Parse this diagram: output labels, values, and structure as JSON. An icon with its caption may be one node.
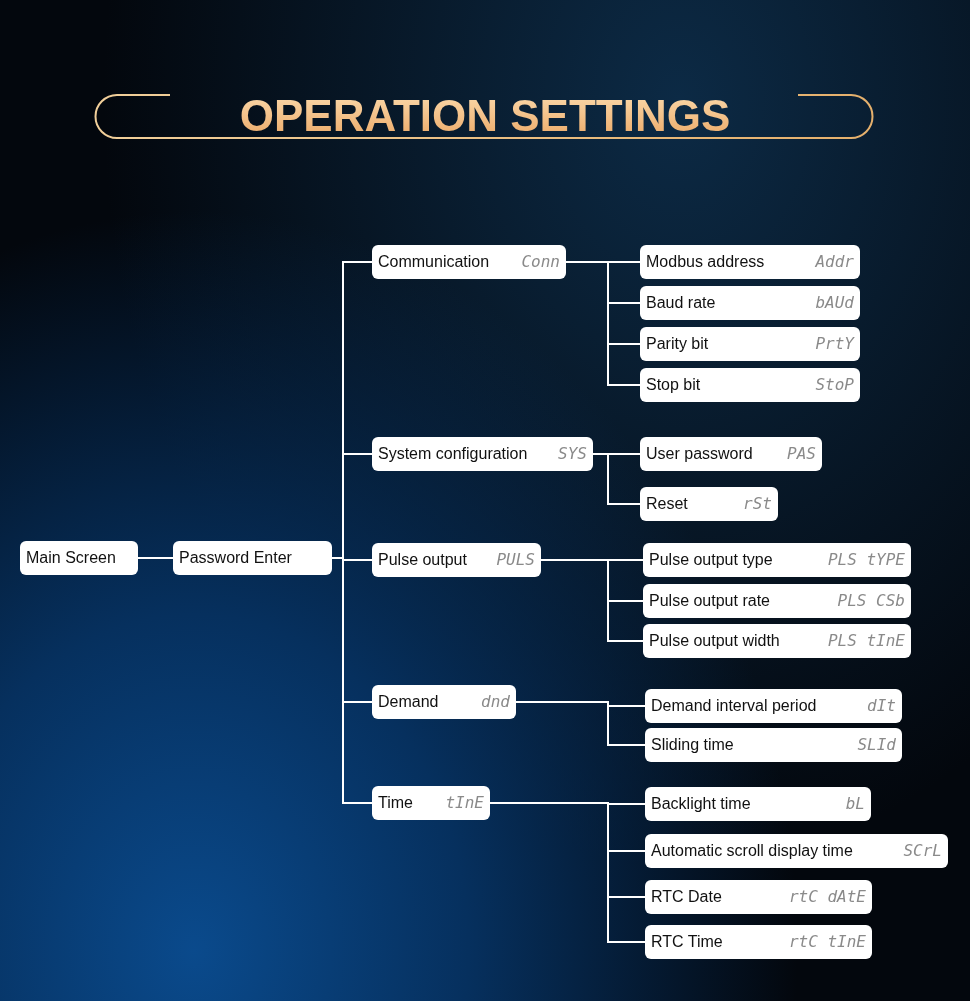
{
  "diagram": {
    "title": "OPERATION SETTINGS",
    "nodes": [
      {
        "text": [
          "Main Screen"
        ]
      },
      {
        "text": [
          "Password Enter"
        ]
      },
      {
        "text": [
          "Communication",
          "Conn"
        ]
      },
      {
        "text": [
          "Modbus address",
          "Addr"
        ]
      },
      {
        "text": [
          "Baud rate",
          "bAUd"
        ]
      },
      {
        "text": [
          "Parity bit",
          "PrtY"
        ]
      },
      {
        "text": [
          "Stop bit",
          "StoP"
        ]
      },
      {
        "text": [
          "System configuration",
          "SYS"
        ]
      },
      {
        "text": [
          "User password",
          "PAS"
        ]
      },
      {
        "text": [
          "Reset",
          "rSt"
        ]
      },
      {
        "text": [
          "Pulse output",
          "PULS"
        ]
      },
      {
        "text": [
          "Pulse output type",
          "PLS tYPE"
        ]
      },
      {
        "text": [
          "Pulse output rate",
          "PLS CSb"
        ]
      },
      {
        "text": [
          "Pulse output width",
          "PLS tInE"
        ]
      },
      {
        "text": [
          "Demand",
          "dnd"
        ]
      },
      {
        "text": [
          "Demand interval period",
          "dIt"
        ]
      },
      {
        "text": [
          "Sliding time",
          "SLId"
        ]
      },
      {
        "text": [
          "Time",
          "tInE"
        ]
      },
      {
        "text": [
          "Backlight time",
          "bL"
        ]
      },
      {
        "text": [
          "Automatic scroll display time",
          "SCrL"
        ]
      },
      {
        "text": [
          "RTC Date",
          "rtC dAtE"
        ]
      },
      {
        "text": [
          "RTC Time",
          "rtC tInE"
        ]
      }
    ],
    "edges": [
      {
        "from": 0,
        "to": 1,
        "arrow": "none"
      },
      {
        "from": 1,
        "to": 2,
        "arrow": "none"
      },
      {
        "from": 1,
        "to": 7,
        "arrow": "none"
      },
      {
        "from": 1,
        "to": 10,
        "arrow": "none"
      },
      {
        "from": 1,
        "to": 14,
        "arrow": "none"
      },
      {
        "from": 1,
        "to": 17,
        "arrow": "none"
      },
      {
        "from": 2,
        "to": 3,
        "arrow": "none"
      },
      {
        "from": 2,
        "to": 4,
        "arrow": "none"
      },
      {
        "from": 2,
        "to": 5,
        "arrow": "none"
      },
      {
        "from": 2,
        "to": 6,
        "arrow": "none"
      },
      {
        "from": 7,
        "to": 8,
        "arrow": "none"
      },
      {
        "from": 7,
        "to": 9,
        "arrow": "none"
      },
      {
        "from": 10,
        "to": 11,
        "arrow": "none"
      },
      {
        "from": 10,
        "to": 12,
        "arrow": "none"
      },
      {
        "from": 10,
        "to": 13,
        "arrow": "none"
      },
      {
        "from": 14,
        "to": 15,
        "arrow": "none"
      },
      {
        "from": 14,
        "to": 16,
        "arrow": "none"
      },
      {
        "from": 17,
        "to": 18,
        "arrow": "none"
      },
      {
        "from": 17,
        "to": 19,
        "arrow": "none"
      },
      {
        "from": 17,
        "to": 20,
        "arrow": "none"
      },
      {
        "from": 17,
        "to": 21,
        "arrow": "none"
      }
    ]
  }
}
